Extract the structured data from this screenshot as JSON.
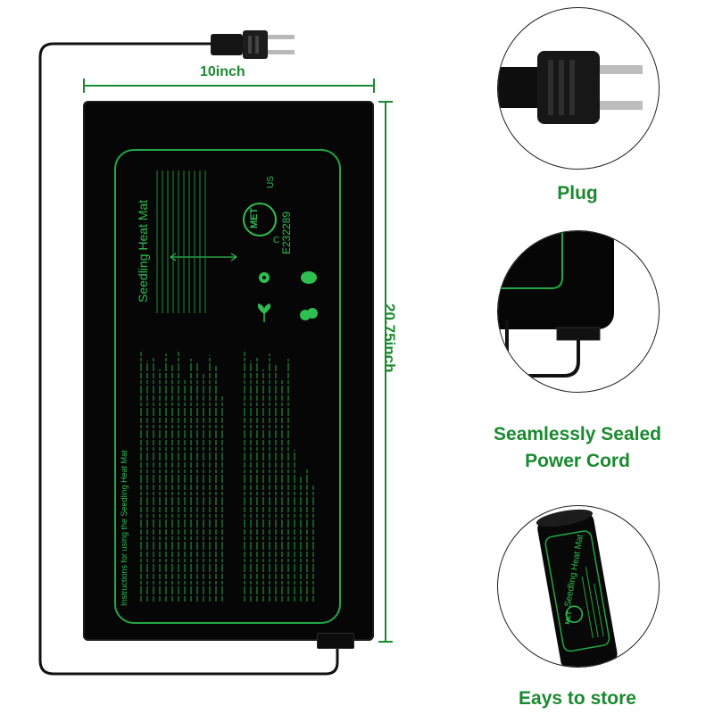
{
  "dimensions": {
    "width_label": "10inch",
    "height_label": "20.75inch"
  },
  "mat": {
    "title": "Seedling Heat Mat",
    "certification_mark": "MET",
    "certification_prefix": "C",
    "certification_suffix": "US",
    "certification_number": "E232289",
    "instructions_heading": "Instructions for using the Seedling Heat Mat",
    "icon_labels": [
      "Flowers",
      "Vegetables",
      "Seedlings",
      "Fruits"
    ]
  },
  "features": [
    {
      "caption": "Plug",
      "icon": "plug-icon"
    },
    {
      "caption": "Seamlessly Sealed Power Cord",
      "caption_line1": "Seamlessly Sealed",
      "caption_line2": "Power Cord",
      "icon": "sealed-cord-icon"
    },
    {
      "caption": "Eays to store",
      "icon": "rolled-mat-icon"
    }
  ],
  "rolled_mat": {
    "title": "Seedling Heat Mat",
    "certification_mark": "MET"
  },
  "colors": {
    "accent_green": "#1a8a2e",
    "mat_black": "#060606",
    "mat_print_green": "#2dbf4f"
  }
}
